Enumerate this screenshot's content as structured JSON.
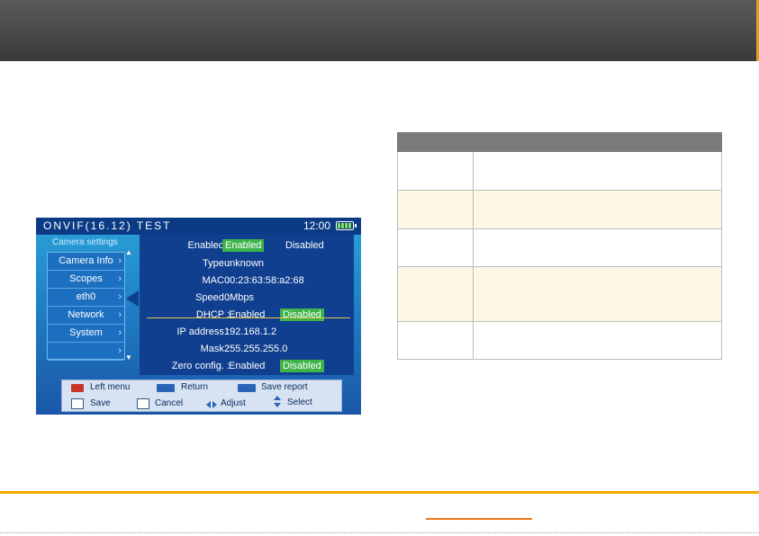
{
  "colors": {
    "accent_orange": "#f5a800",
    "screen_blue": "#1f7fc6",
    "enabled_green": "#3db34a",
    "header_gray": "#4a4a4a"
  },
  "device": {
    "title": "ONVIF(16.12) TEST",
    "time": "12:00",
    "section_label": "Camera settings",
    "menu": [
      {
        "label": "Camera Info",
        "chevron": "›"
      },
      {
        "label": "Scopes",
        "chevron": "›"
      },
      {
        "label": "eth0",
        "chevron": "›"
      },
      {
        "label": "Network",
        "chevron": "›"
      },
      {
        "label": "System",
        "chevron": "›"
      },
      {
        "label": "",
        "chevron": "›"
      }
    ],
    "fields": {
      "enabled": {
        "label": "Enabled :",
        "opt_on": "Enabled",
        "opt_off": "Disabled"
      },
      "type": {
        "label": "Type :",
        "value": "unknown"
      },
      "mac": {
        "label": "MAC :",
        "value": "00:23:63:58:a2:68"
      },
      "speed": {
        "label": "Speed :",
        "value": "0Mbps"
      },
      "dhcp": {
        "label": "DHCP :",
        "opt_off": "Enabled",
        "opt_on": "Disabled"
      },
      "ip": {
        "label": "IP address :",
        "value": "192.168.1.2"
      },
      "mask": {
        "label": "Mask :",
        "value": "255.255.255.0"
      },
      "zero": {
        "label": "Zero config. :",
        "opt_off": "Enabled",
        "opt_on": "Disabled"
      }
    },
    "hints": {
      "left_menu": "Left menu",
      "return": "Return",
      "save_report": "Save report",
      "save": "Save",
      "cancel": "Cancel",
      "adjust": "Adjust",
      "select": "Select"
    }
  }
}
